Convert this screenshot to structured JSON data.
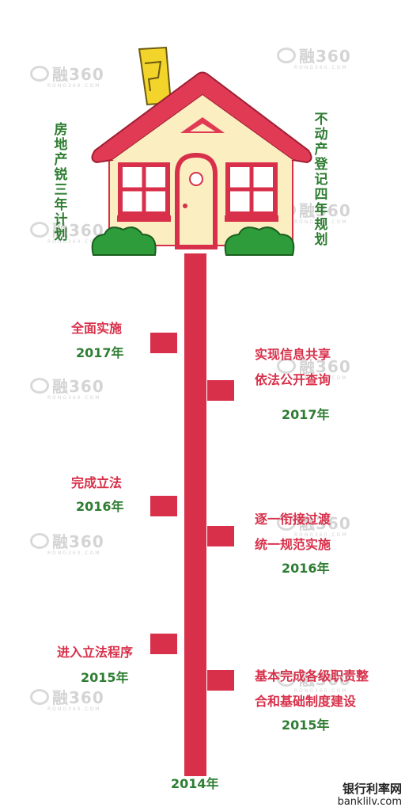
{
  "house": {
    "left_title": "房地产锐三年计划",
    "right_title": "不动产登记四年规划"
  },
  "timeline": {
    "base_year": "2014年",
    "left": [
      {
        "text_lines": [
          "全面实施"
        ],
        "year": "2017年"
      },
      {
        "text_lines": [
          "完成立法"
        ],
        "year": "2016年"
      },
      {
        "text_lines": [
          "进入立法程序"
        ],
        "year": "2015年"
      }
    ],
    "right": [
      {
        "text_lines": [
          "实现信息共享",
          "依法公开查询"
        ],
        "year": "2017年"
      },
      {
        "text_lines": [
          "逐一衔接过渡",
          "统一规范实施"
        ],
        "year": "2016年"
      },
      {
        "text_lines": [
          "基本完成各级职责整",
          "合和基础制度建设"
        ],
        "year": "2015年"
      }
    ]
  },
  "watermark": {
    "text": "融360",
    "sub": "RONG360.COM"
  },
  "credit": {
    "cn": "银行利率网",
    "en": "banklilv.com"
  },
  "colors": {
    "red": "#d8304a",
    "green": "#2e7d32",
    "roof": "#e03a55",
    "wall": "#fbeec0",
    "chimney": "#f2d42a",
    "bush": "#2e9c3a"
  }
}
